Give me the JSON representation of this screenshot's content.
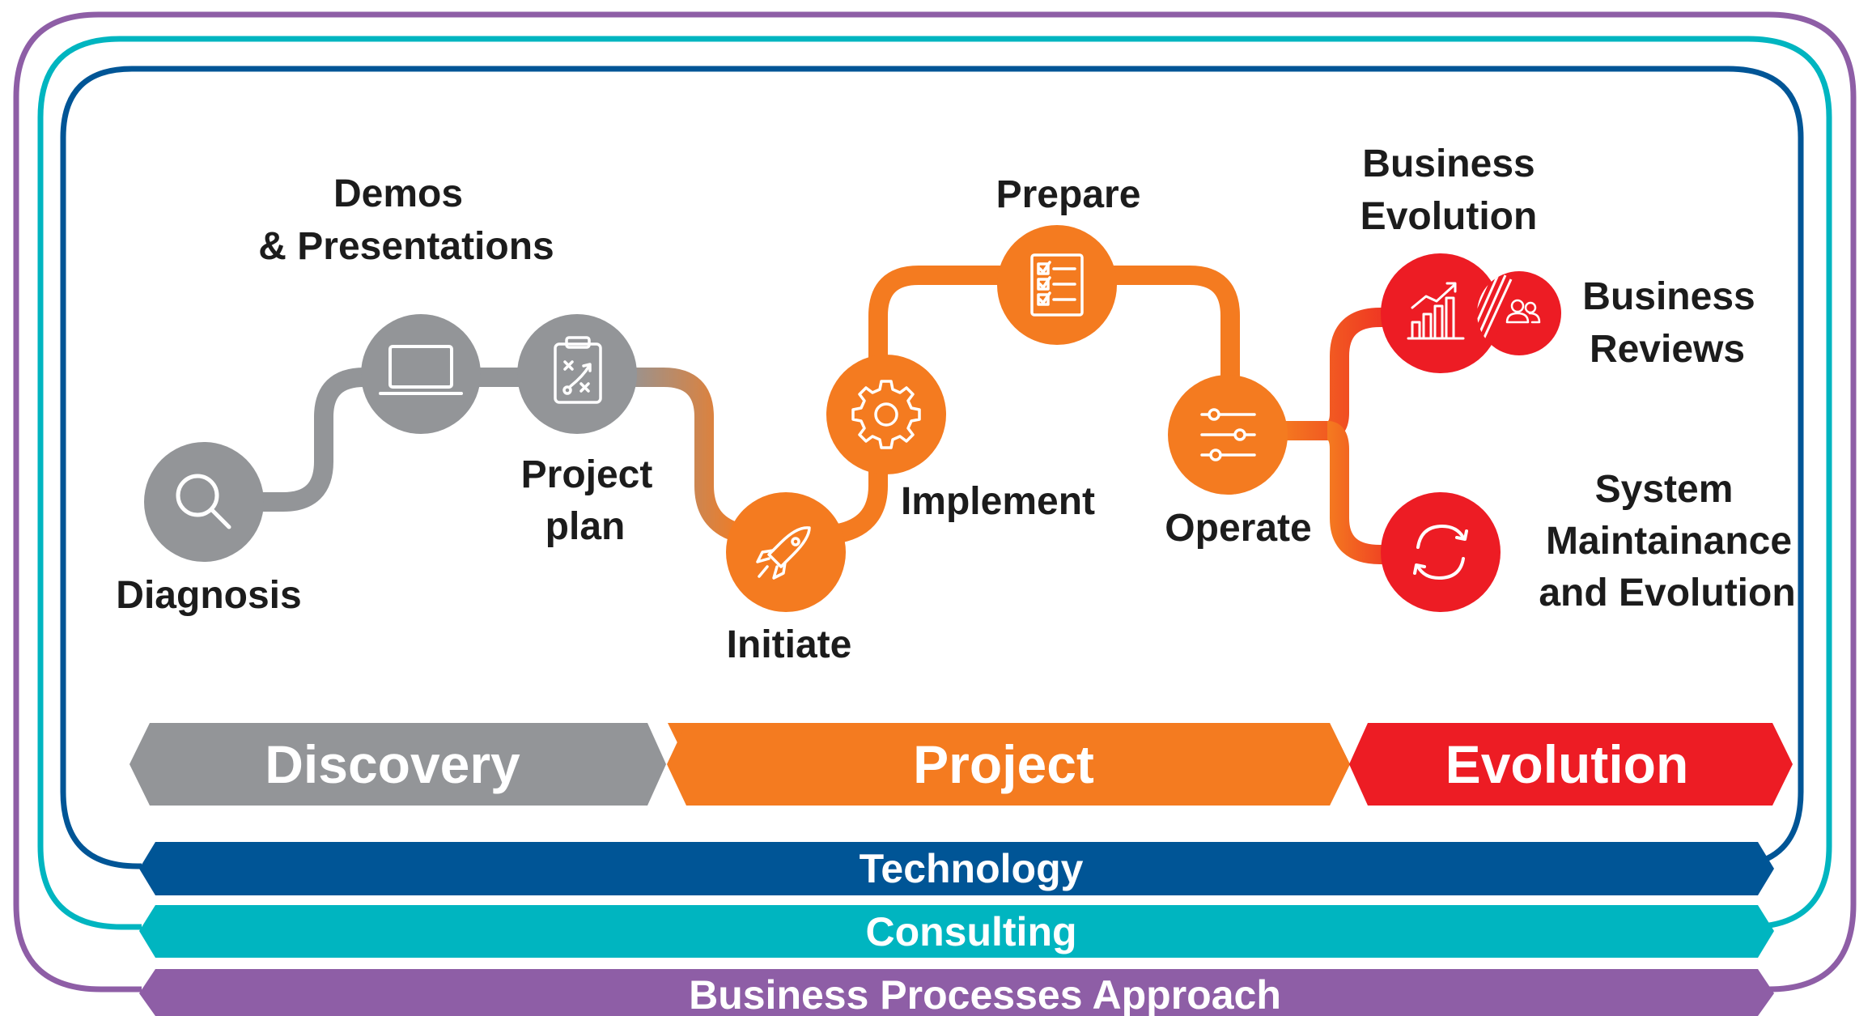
{
  "colors": {
    "gray": "#939598",
    "orange": "#f47b20",
    "red": "#ed1c24",
    "technology": "#005596",
    "consulting": "#00b5c0",
    "business_processes": "#8e5ea6"
  },
  "steps": {
    "diagnosis": {
      "label": "Diagnosis",
      "icon": "magnifier-icon"
    },
    "demos": {
      "label_line1": "Demos",
      "label_line2": "& Presentations",
      "icon": "laptop-icon"
    },
    "project_plan": {
      "label_line1": "Project",
      "label_line2": "plan",
      "icon": "clipboard-plan-icon"
    },
    "initiate": {
      "label": "Initiate",
      "icon": "rocket-icon"
    },
    "implement": {
      "label": "Implement",
      "icon": "gear-icon"
    },
    "prepare": {
      "label": "Prepare",
      "icon": "checklist-icon"
    },
    "operate": {
      "label": "Operate",
      "icon": "sliders-icon"
    },
    "business_evolution": {
      "label_line1": "Business",
      "label_line2": "Evolution",
      "icon": "growth-chart-icon"
    },
    "business_reviews": {
      "label_line1": "Business",
      "label_line2": "Reviews",
      "icon": "people-icon"
    },
    "system_maintenance": {
      "label_line1": "System",
      "label_line2": "Maintainance",
      "label_line3": "and Evolution",
      "icon": "refresh-icon"
    }
  },
  "phases": {
    "discovery": "Discovery",
    "project": "Project",
    "evolution": "Evolution"
  },
  "bands": {
    "technology": "Technology",
    "consulting": "Consulting",
    "business_processes": "Business Processes Approach"
  }
}
